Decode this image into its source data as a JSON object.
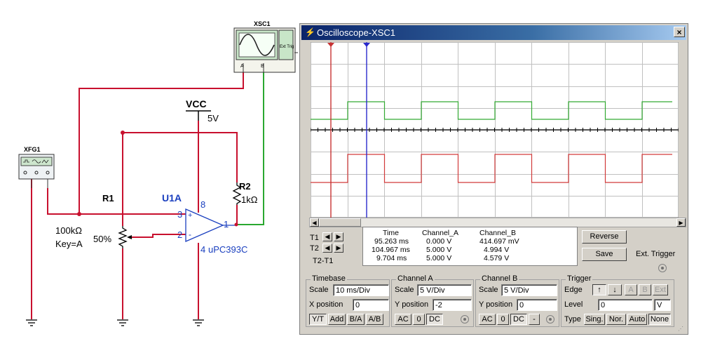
{
  "schematic": {
    "xsc1_label": "XSC1",
    "exttrig_label": "Ext Trig",
    "scope_ch_a": "A",
    "scope_ch_b": "B",
    "xfg1_label": "XFG1",
    "vcc_label": "VCC",
    "vcc_value": "5V",
    "r1_label": "R1",
    "r1_value": "100kΩ",
    "r1_key": "Key=A",
    "r1_percent": "50%",
    "r2_label": "R2",
    "r2_value": "1kΩ",
    "u1_label": "U1A",
    "u1_part": "uPC393C",
    "pin3": "3",
    "pin2": "2",
    "pin8": "8",
    "pin4": "4",
    "pin1": "1",
    "plus": "+",
    "minus": "-",
    "colors": {
      "wire_red": "#c8102e",
      "wire_green": "#2aa830",
      "wire_black": "#000000",
      "label_blue": "#1a3fbf"
    }
  },
  "scope_window": {
    "title": "Oscilloscope-XSC1",
    "close_glyph": "×",
    "screen": {
      "background": "#ffffff",
      "grid_color": "#c0c0c0",
      "channel_a_color": "#d23a3a",
      "channel_b_color": "#33aa33",
      "cursor1_color": "#c83232",
      "cursor2_color": "#2a2acc"
    },
    "readout": {
      "headers": [
        "Time",
        "Channel_A",
        "Channel_B"
      ],
      "rows": [
        {
          "label": "T1",
          "time": "95.263 ms",
          "a": "0.000 V",
          "b": "414.697 mV"
        },
        {
          "label": "T2",
          "time": "104.967 ms",
          "a": "5.000 V",
          "b": "4.994 V"
        },
        {
          "label": "T2-T1",
          "time": "9.704 ms",
          "a": "5.000 V",
          "b": "4.579 V"
        }
      ]
    },
    "buttons": {
      "reverse": "Reverse",
      "save": "Save",
      "ext_trigger": "Ext. Trigger"
    },
    "timebase": {
      "title": "Timebase",
      "scale_label": "Scale",
      "scale_value": "10 ms/Div",
      "xpos_label": "X position",
      "xpos_value": "0",
      "modes": [
        "Y/T",
        "Add",
        "B/A",
        "A/B"
      ]
    },
    "channel_a": {
      "title": "Channel A",
      "scale_label": "Scale",
      "scale_value": "5 V/Div",
      "ypos_label": "Y position",
      "ypos_value": "-2",
      "coupling": [
        "AC",
        "0",
        "DC"
      ]
    },
    "channel_b": {
      "title": "Channel B",
      "scale_label": "Scale",
      "scale_value": "5 V/Div",
      "ypos_label": "Y position",
      "ypos_value": "0",
      "coupling": [
        "AC",
        "0",
        "DC",
        "-"
      ]
    },
    "trigger": {
      "title": "Trigger",
      "edge_label": "Edge",
      "edge_buttons": [
        "A",
        "B",
        "Ext"
      ],
      "level_label": "Level",
      "level_value": "0",
      "level_unit": "V",
      "type_label": "Type",
      "types": [
        "Sing.",
        "Nor.",
        "Auto",
        "None"
      ]
    }
  }
}
